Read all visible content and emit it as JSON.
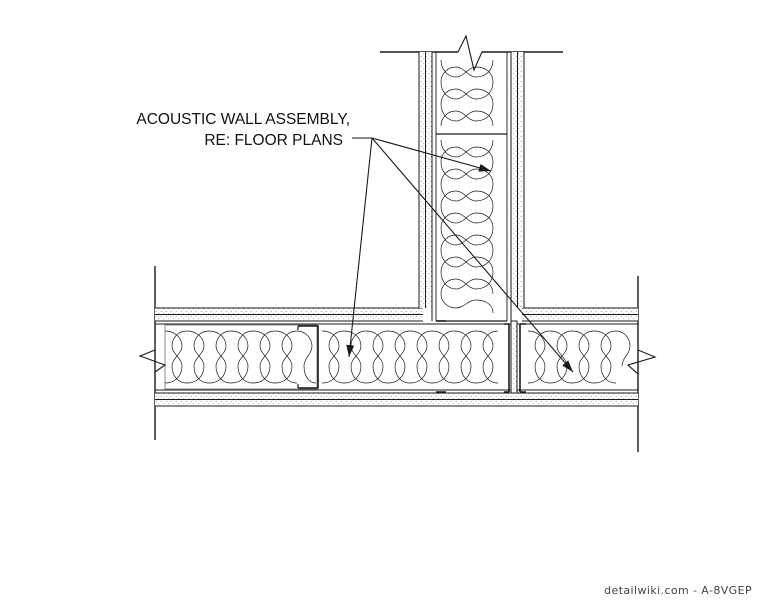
{
  "detail": {
    "note_line_1": "ACOUSTIC WALL ASSEMBLY,",
    "note_line_2": "RE: FLOOR PLANS"
  },
  "watermark": "detailwiki.com - A-8VGEP",
  "colors": {
    "linework": "#1a1a1a",
    "board_stipple": "#9a9a9a",
    "background": "#ffffff"
  }
}
